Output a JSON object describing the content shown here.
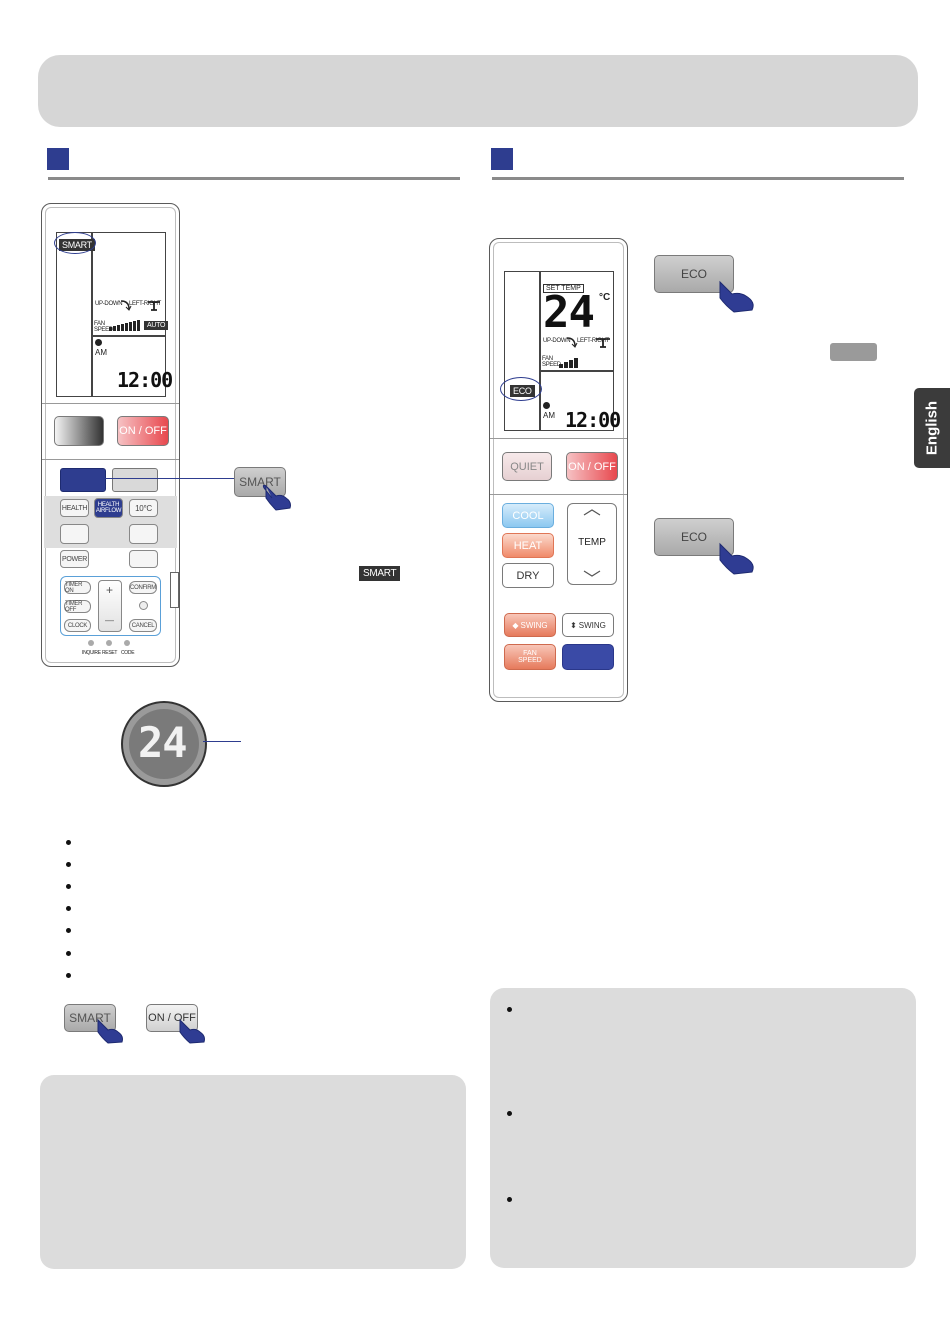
{
  "lang_tab": "English",
  "left_remote": {
    "lcd_tag": "SMART",
    "updown": "UP-DOWN",
    "leftright": "LEFT-RIGHT",
    "fan_speed": "FAN\nSPEED",
    "auto": "AUTO",
    "am": "AM",
    "time": "12:00",
    "on_off": "ON / OFF",
    "health": "HEALTH",
    "health_airflow": "HEALTH AIRFLOW",
    "ten_c": "10°C",
    "power": "POWER",
    "timer_on": "TIMER ON",
    "timer_off": "TIMER OFF",
    "clock": "CLOCK",
    "confirm": "CONFIRM",
    "cancel": "CANCEL",
    "plus": "+",
    "minus": "—",
    "inquire": "INQUIRE",
    "reset": "RESET",
    "code": "CODE"
  },
  "smart_callout": "SMART",
  "smart_inline_tag": "SMART",
  "indoor_display": "24",
  "bottom_smart": "SMART",
  "bottom_onoff": "ON / OFF",
  "right_remote": {
    "set_temp": "SET TEMP",
    "temp_value": "24",
    "temp_unit": "°C",
    "updown": "UP-DOWN",
    "leftright": "LEFT-RIGHT",
    "fan_speed": "FAN\nSPEED",
    "eco_tag": "ECO",
    "am": "AM",
    "time": "12:00",
    "quiet": "QUIET",
    "on_off": "ON / OFF",
    "cool": "COOL",
    "heat": "HEAT",
    "dry": "DRY",
    "temp": "TEMP",
    "swing_h": "SWING",
    "swing_v": "SWING",
    "fan_speed_btn": "FAN\nSPEED"
  },
  "eco_button_1": "ECO",
  "eco_button_2": "ECO",
  "colors": {
    "section_marker": "#2e3d8f",
    "hand": "#2f3c93",
    "on_off_red": "#e8484e",
    "cool_blue": "#9ad0f2",
    "heat_orange": "#f08a6a"
  }
}
